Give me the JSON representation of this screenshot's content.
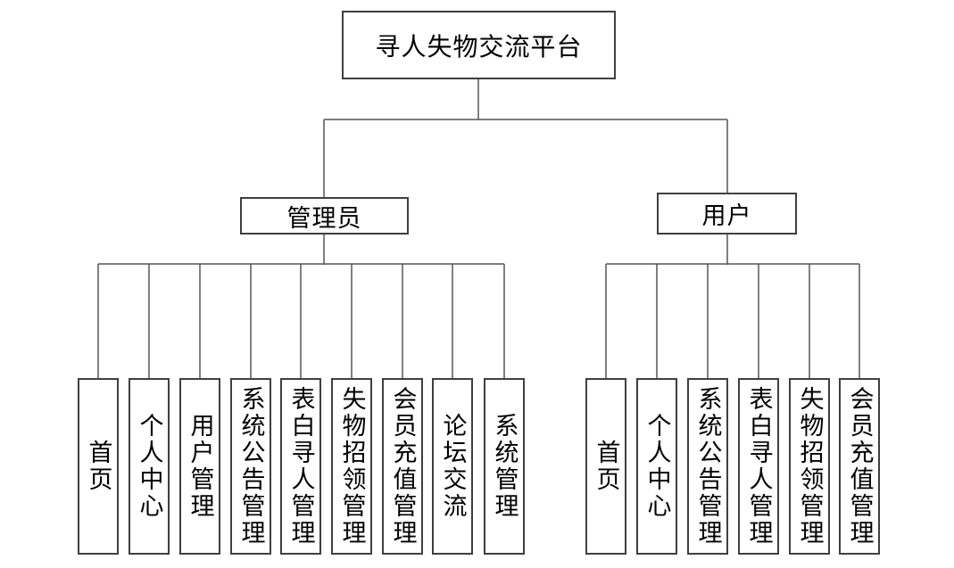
{
  "diagram": {
    "root": {
      "label": "寻人失物交流平台"
    },
    "branches": [
      {
        "label": "管理员",
        "children": [
          "首页",
          "个人中心",
          "用户管理",
          "系统公告管理",
          "表白寻人管理",
          "失物招领管理",
          "会员充值管理",
          "论坛交流",
          "系统管理"
        ]
      },
      {
        "label": "用户",
        "children": [
          "首页",
          "个人中心",
          "系统公告管理",
          "表白寻人管理",
          "失物招领管理",
          "会员充值管理"
        ]
      }
    ],
    "colors": {
      "line": "#555555",
      "node_border": "#3f3f3f",
      "background": "#ffffff",
      "text": "#000000"
    }
  }
}
